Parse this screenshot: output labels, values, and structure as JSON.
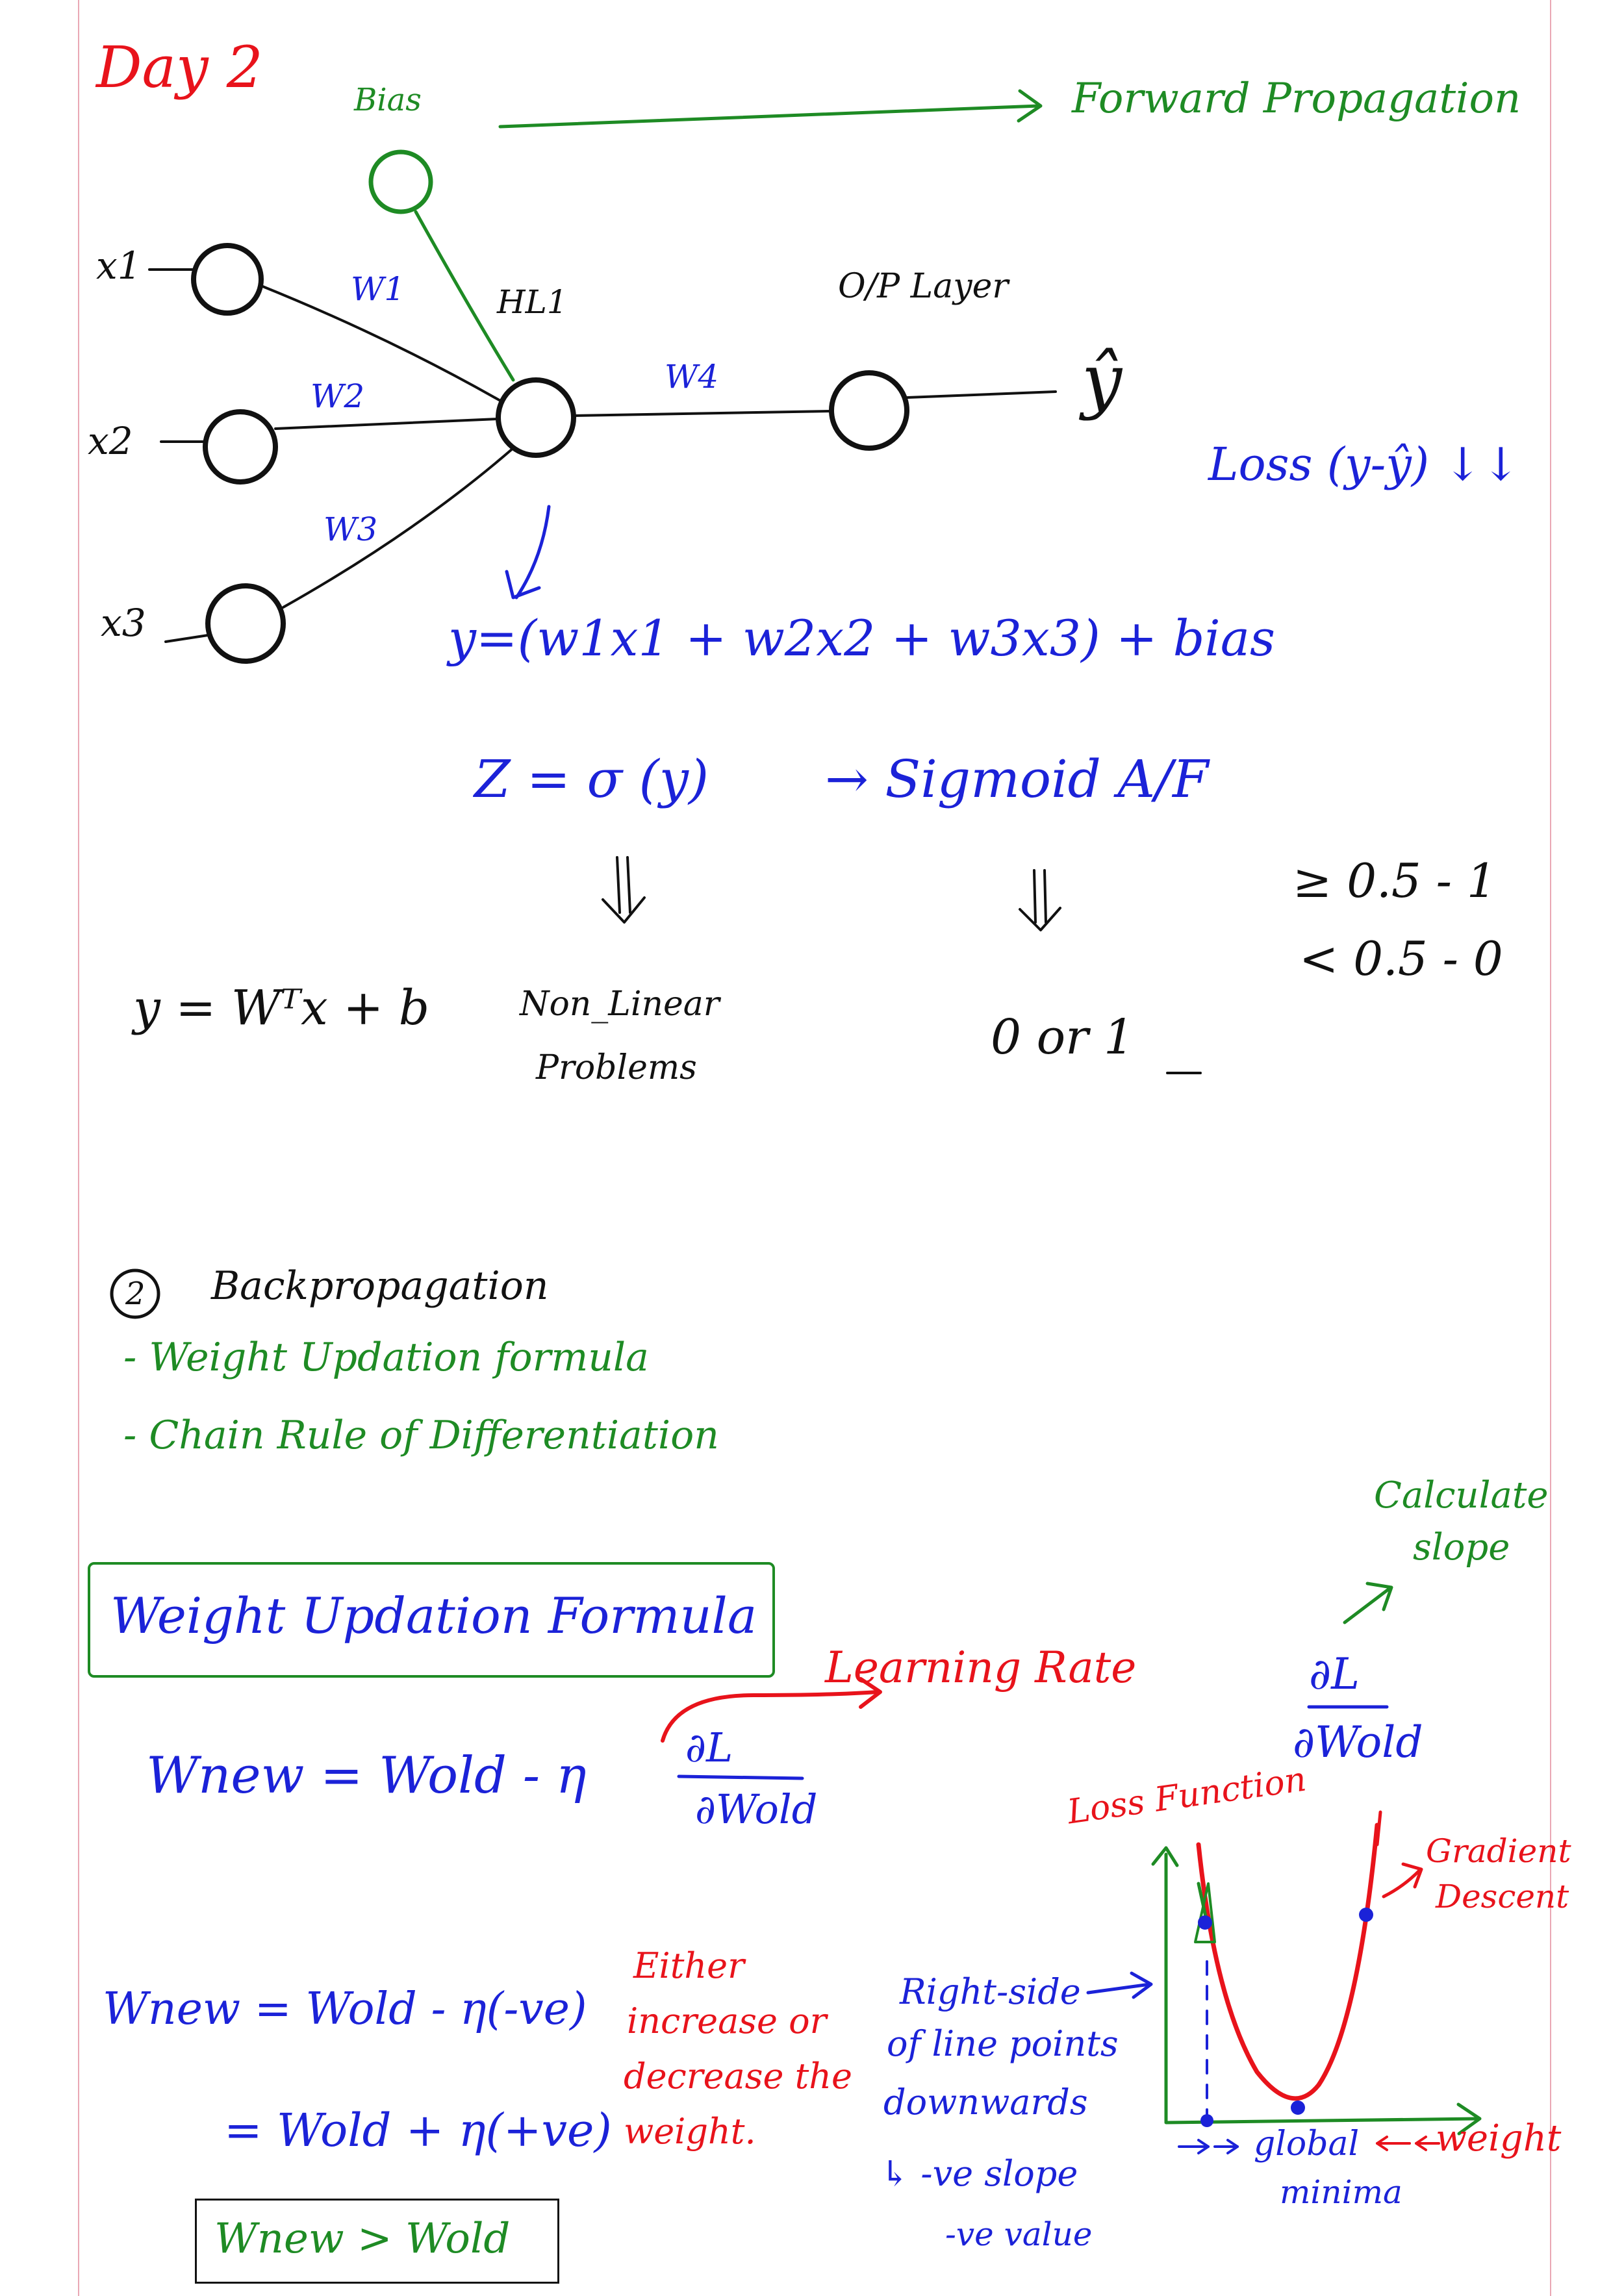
{
  "header": {
    "day_label": "Day 2",
    "bias_label": "Bias",
    "forward_label": "Forward Propagation"
  },
  "network": {
    "inputs": [
      "x1",
      "x2",
      "x3"
    ],
    "weights": [
      "W1",
      "W2",
      "W3",
      "W4"
    ],
    "hidden_label": "HL1",
    "output_layer_label": "O/P Layer",
    "output_symbol": "ŷ",
    "loss_text": "Loss (y-ŷ) ↓↓"
  },
  "equations": {
    "weighted_sum": "y=(w1x1 + w2x2 + w3x3) + bias",
    "activation": "Z = σ (y)",
    "activation_name": "→ Sigmoid A/F",
    "linear_form": "y = Wᵀx + b",
    "nonlinear_1": "Non_Linear",
    "nonlinear_2": "Problems",
    "binary_out": "0 or 1",
    "threshold_high": "≥ 0.5 - 1",
    "threshold_low": "< 0.5 - 0"
  },
  "backprop": {
    "number": "2",
    "title": "Backpropagation",
    "items": [
      "- Weight Updation formula",
      "- Chain Rule of Differentiation"
    ]
  },
  "update_formula": {
    "box_title": "Weight Updation Formula",
    "learning_rate_label": "Learning Rate",
    "formula_lhs": "Wnew = Wold - η",
    "d_numerator": "∂L",
    "d_denominator": "∂Wold",
    "calc_slope_1": "Calculate",
    "calc_slope_2": "slope",
    "side_num": "∂L",
    "side_den": "∂Wold",
    "neg_case": "Wnew = Wold - η(-ve)",
    "pos_case": "= Wold + η(+ve)",
    "result_box": "Wnew > Wold",
    "either_1": "Either",
    "either_2": "increase or",
    "either_3": "decrease the",
    "either_4": "weight.",
    "note_1": "Right-side",
    "note_2": "of line points",
    "note_3": "downwards",
    "note_4": "↳ -ve slope",
    "note_5": "-ve value"
  },
  "loss_plot": {
    "y_label": "Loss Function",
    "x_label": "weight",
    "gradient_1": "Gradient",
    "gradient_2": "Descent",
    "minima_1": "global",
    "minima_2": "minima"
  },
  "colors": {
    "red": "#e8131b",
    "green": "#1e8b24",
    "blue": "#1b22d8",
    "black": "#111111",
    "margin": "#e9a8b4"
  }
}
